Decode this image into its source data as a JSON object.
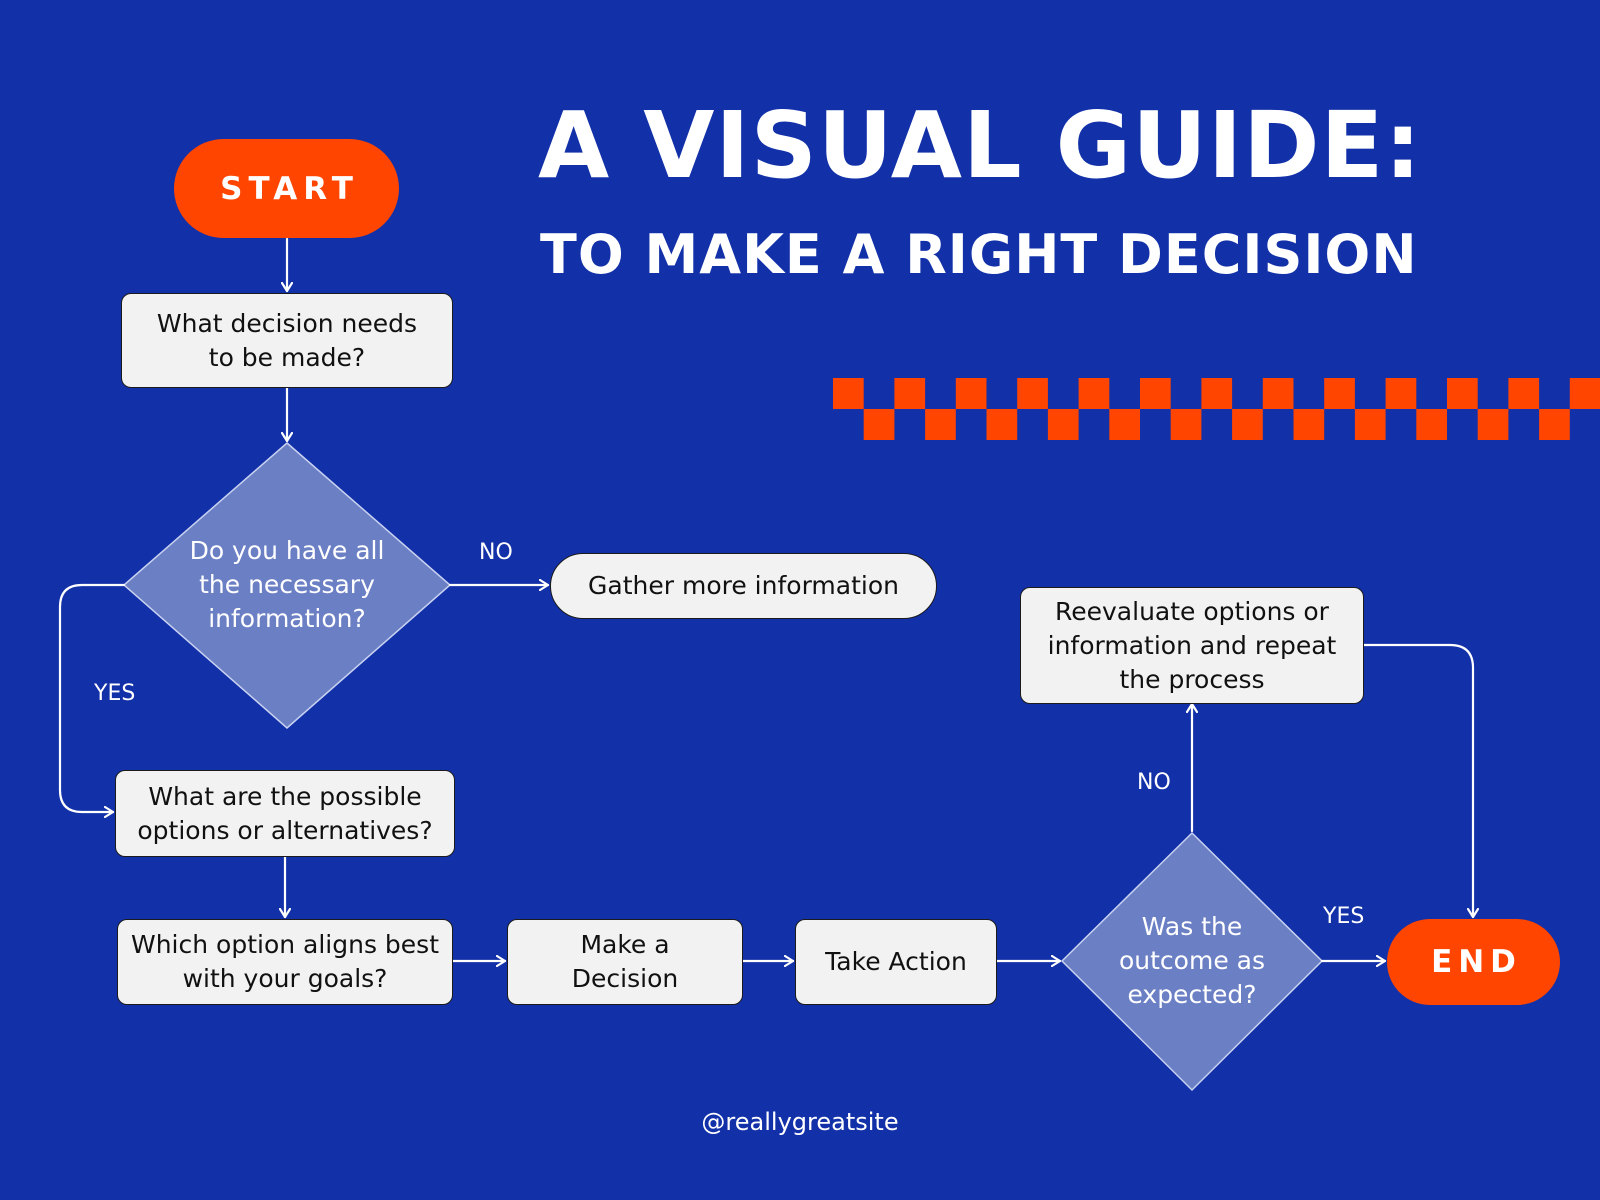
{
  "header": {
    "title": "A VISUAL GUIDE:",
    "subtitle": "TO MAKE A RIGHT DECISION"
  },
  "colors": {
    "background": "#1230a8",
    "accent": "#ff4500",
    "diamond": "#6b7fc4",
    "box": "#f2f2f2",
    "line": "#ffffff"
  },
  "flowchart": {
    "start": "START",
    "end": "END",
    "step_decision_needed": "What decision needs\nto be made?",
    "question_info": "Do you have all\nthe necessary\ninformation?",
    "step_gather": "Gather more information",
    "step_options": "What are the possible\noptions or alternatives?",
    "step_align": "Which option aligns best\nwith your goals?",
    "step_make": "Make a\nDecision",
    "step_act": "Take Action",
    "question_outcome": "Was the\noutcome as\nexpected?",
    "step_reevaluate": "Reevaluate options or\ninformation and repeat\nthe process",
    "label_no_info": "NO",
    "label_yes_info": "YES",
    "label_no_outcome": "NO",
    "label_yes_outcome": "YES"
  },
  "footer": {
    "handle": "@reallygreatsite"
  }
}
